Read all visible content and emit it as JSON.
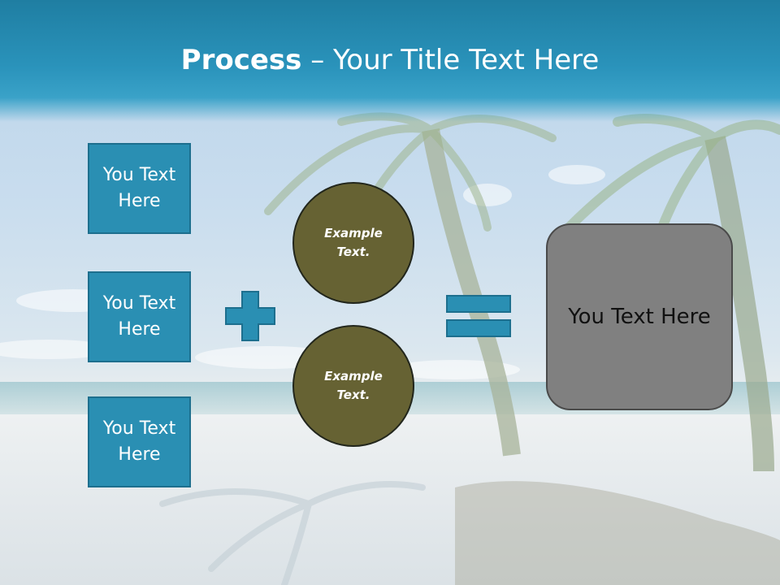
{
  "slide": {
    "title_bold": "Process",
    "title_sep": " – ",
    "title_rest": "Your Title Text Here"
  },
  "inputs": [
    {
      "text": "You Text Here"
    },
    {
      "text": "You Text Here"
    },
    {
      "text": "You Text Here"
    }
  ],
  "circles": [
    {
      "text": "Example Text."
    },
    {
      "text": "Example Text."
    }
  ],
  "result": {
    "text": "You Text Here"
  },
  "colors": {
    "header": "#2a93bb",
    "box_fill": "#2a8fb3",
    "circle_fill": "#666233",
    "result_fill": "#808080"
  },
  "icons": {
    "plus": "plus-icon",
    "equals": "equals-icon"
  }
}
